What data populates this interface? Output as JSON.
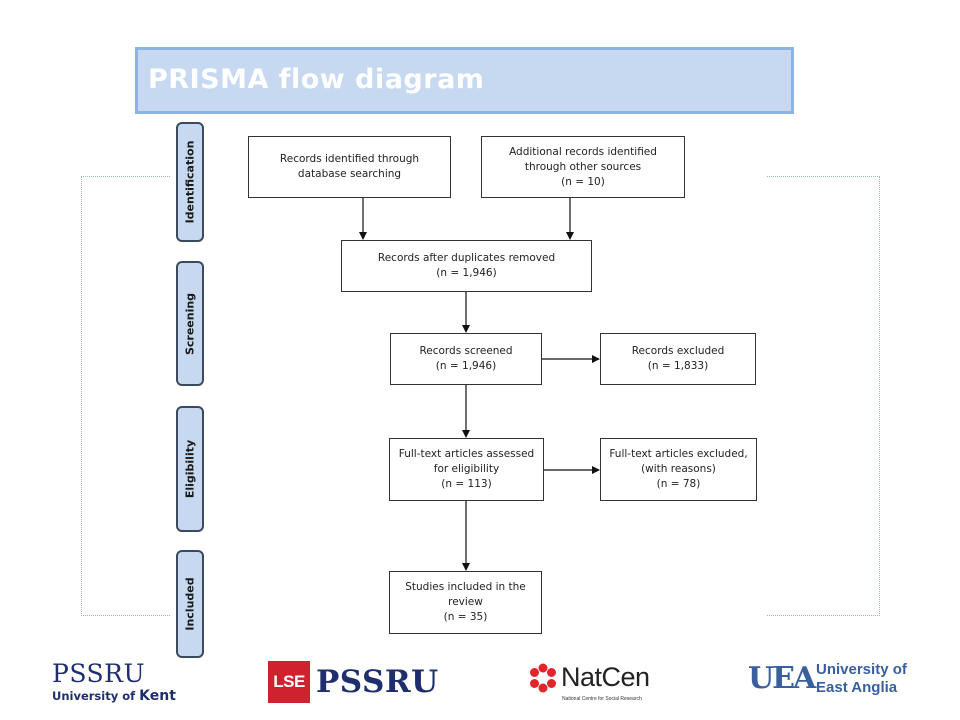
{
  "title": "PRISMA flow diagram",
  "stages": {
    "identification": "Identification",
    "screening": "Screening",
    "eligibility": "Eligibility",
    "included": "Included"
  },
  "boxes": {
    "db_search": {
      "line1": "Records identified through",
      "line2": "database searching"
    },
    "other_sources": {
      "line1": "Additional records identified",
      "line2": "through other sources",
      "count": "(n =  10)"
    },
    "duplicates_removed": {
      "line1": "Records after duplicates removed",
      "count": "(n =  1,946)"
    },
    "screened": {
      "line1": "Records screened",
      "count": "(n =  1,946)"
    },
    "excluded": {
      "line1": "Records excluded",
      "count": "(n = 1,833)"
    },
    "fulltext_assessed": {
      "line1": "Full-text articles assessed",
      "line2": "for eligibility",
      "count": "(n =  113)"
    },
    "fulltext_excluded": {
      "line1": "Full-text articles excluded,",
      "line2": "(with reasons)",
      "count": "(n =  78)"
    },
    "included_studies": {
      "line1": "Studies included in the",
      "line2": "review",
      "count": "(n =  35)"
    }
  },
  "logos": {
    "pssru_kent": {
      "line1": "PSSRU",
      "line2": "University of ",
      "line2_brand": "Kent"
    },
    "lse_pssru": {
      "lse": "LSE",
      "pssru": "PSSRU"
    },
    "natcen": {
      "name": "NatCen",
      "subtitle": "National Centre for Social Research"
    },
    "uea": {
      "mark": "UEA",
      "line1": "University of",
      "line2": "East Anglia"
    }
  },
  "colors": {
    "title_bg": "#c6d9f1",
    "title_border": "#8db3e2",
    "stage_bg": "#c6d9f1",
    "pssru_navy": "#1f2f6e",
    "lse_red": "#d0222e",
    "natcen_red": "#e0262c",
    "uea_blue": "#3a5f9e"
  }
}
